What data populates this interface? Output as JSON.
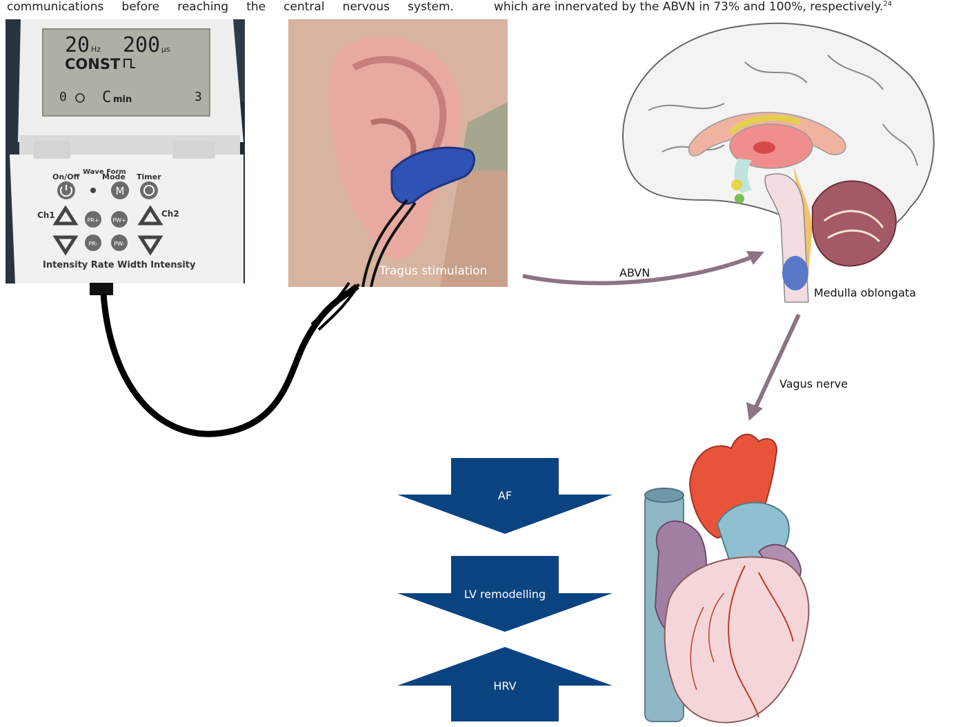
{
  "header_text": {
    "left_words": [
      "communications",
      "before",
      "reaching",
      "the",
      "central",
      "nervous",
      "system."
    ],
    "right": "which are innervated by the ABVN in 73% and 100%, respectively.",
    "right_sup": "24"
  },
  "device": {
    "lcd_freq": "20",
    "lcd_freq_unit": "Hz",
    "lcd_width": "200",
    "lcd_width_unit": "μs",
    "lcd_mode": "CONST",
    "lcd_timer": "C",
    "lcd_timer_unit": "min",
    "lcd_ch1": "0",
    "lcd_ch2": "3",
    "btn_on_off": "On/Off",
    "btn_wave": "Wave Form",
    "btn_mode": "Mode",
    "btn_timer": "Timer",
    "ch1": "Ch1",
    "ch2": "Ch2",
    "pr_plus": "PR+",
    "pw_plus": "PW+",
    "pr_minus": "PR-",
    "pw_minus": "PW-",
    "mode_letter": "M",
    "bottom_caption": "Intensity Rate Width Intensity"
  },
  "labels": {
    "tragus": "Tragus stimulation",
    "abvn": "ABVN",
    "medulla": "Medulla oblongata",
    "vagus": "Vagus nerve"
  },
  "effects": [
    {
      "label": "AF",
      "direction": "down"
    },
    {
      "label": "LV remodelling",
      "direction": "down"
    },
    {
      "label": "HRV",
      "direction": "up"
    }
  ],
  "colors": {
    "effect_arrow": "#0b4380",
    "pathway_arrow": "#8c7483",
    "medulla_dot": "#5a78c8"
  }
}
